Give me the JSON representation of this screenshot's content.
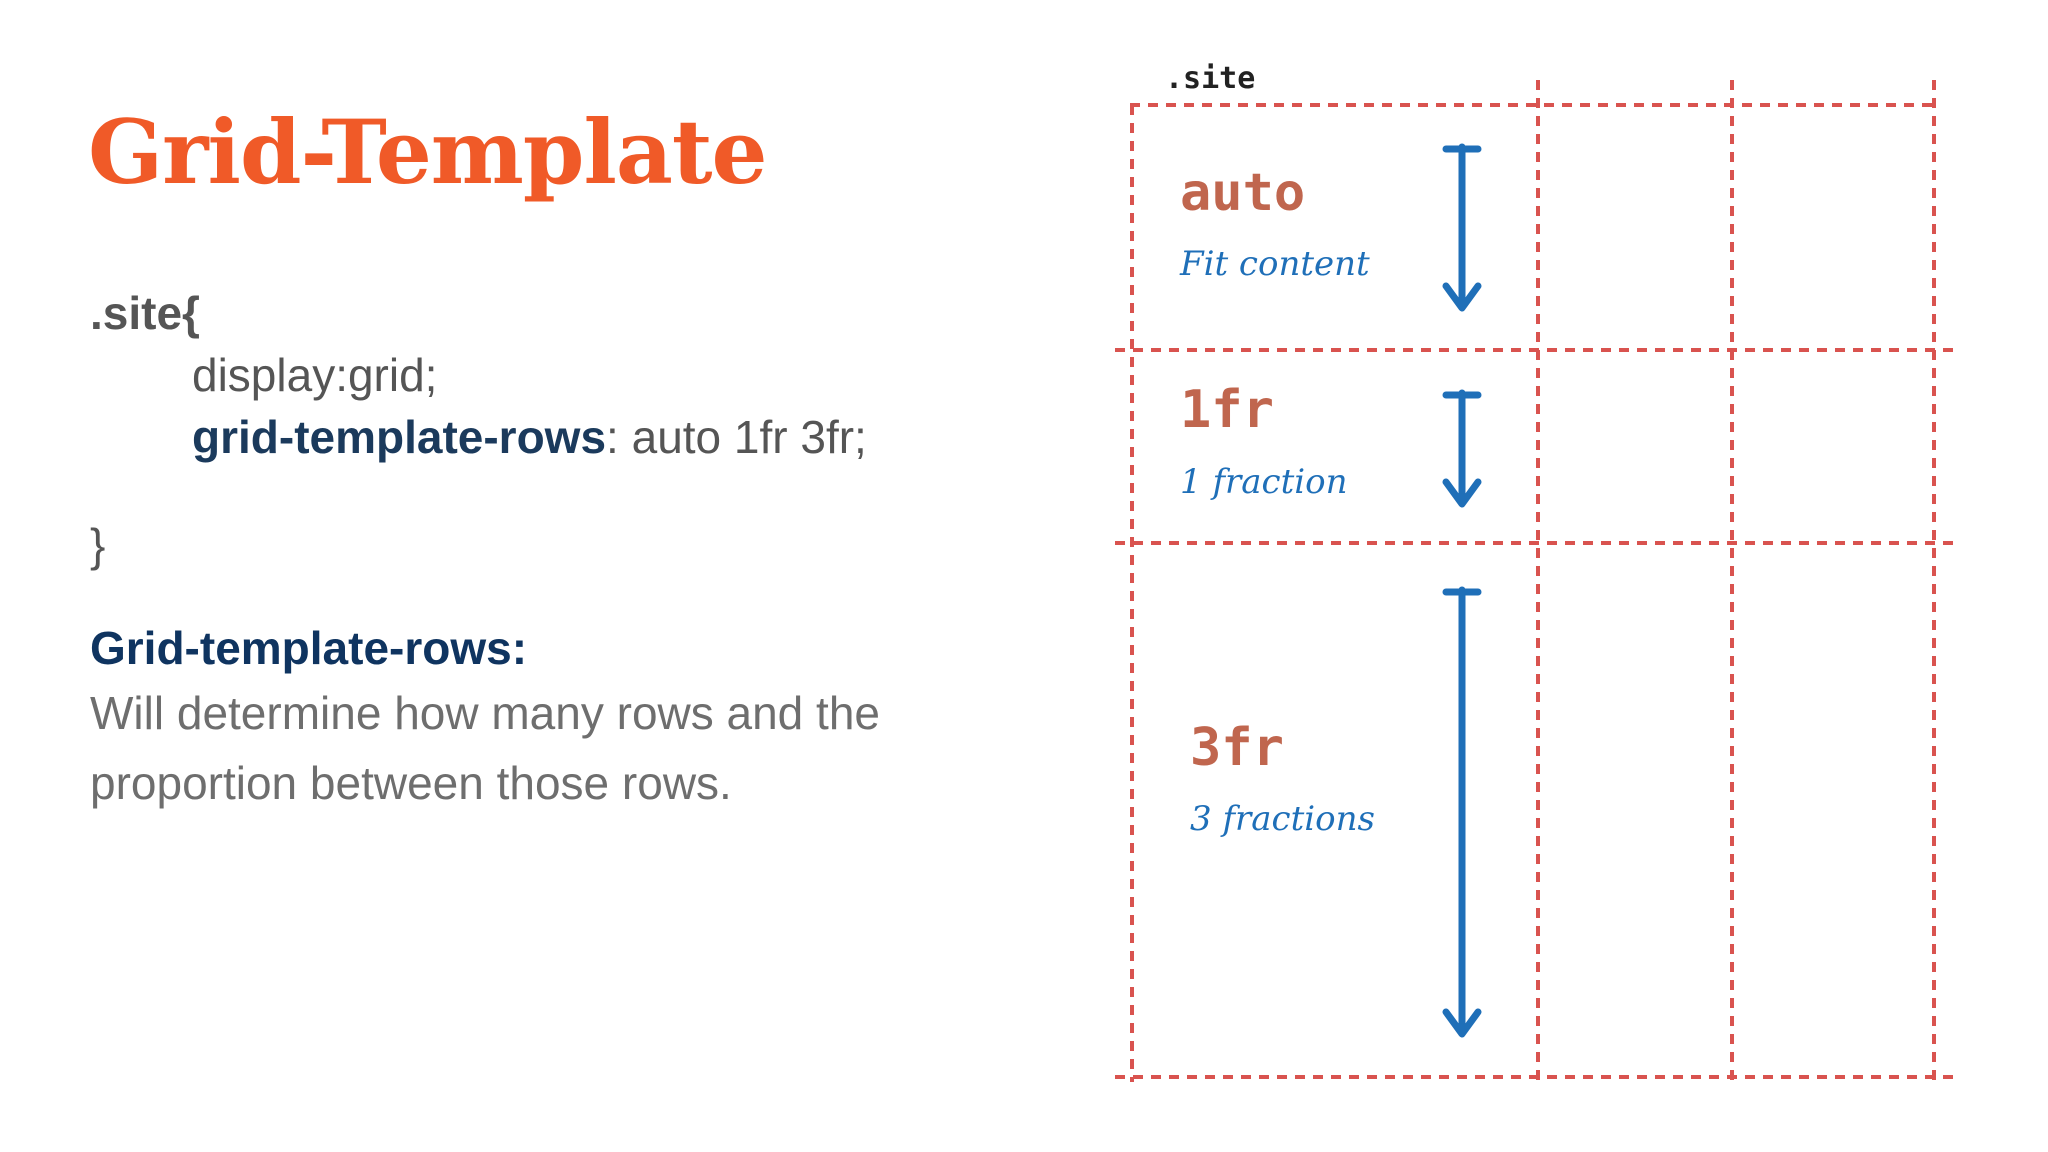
{
  "slide": {
    "title": "Grid-Template"
  },
  "code": {
    "selector": ".site{",
    "line1": "display:grid;",
    "property": "grid-template-rows",
    "value": ": auto 1fr 3fr;",
    "close": "}"
  },
  "description": {
    "heading": "Grid-template-rows:",
    "line1": "Will determine how many rows and the",
    "line2": "proportion between those rows."
  },
  "diagram": {
    "container_label": ".site",
    "rows": [
      {
        "label": "auto",
        "note": "Fit content"
      },
      {
        "label": "1fr",
        "note": "1 fraction"
      },
      {
        "label": "3fr",
        "note": "3 fractions"
      }
    ],
    "colors": {
      "grid_line": "#d9534f",
      "arrow": "#1f6fb8",
      "row_label": "#c0664e"
    }
  }
}
